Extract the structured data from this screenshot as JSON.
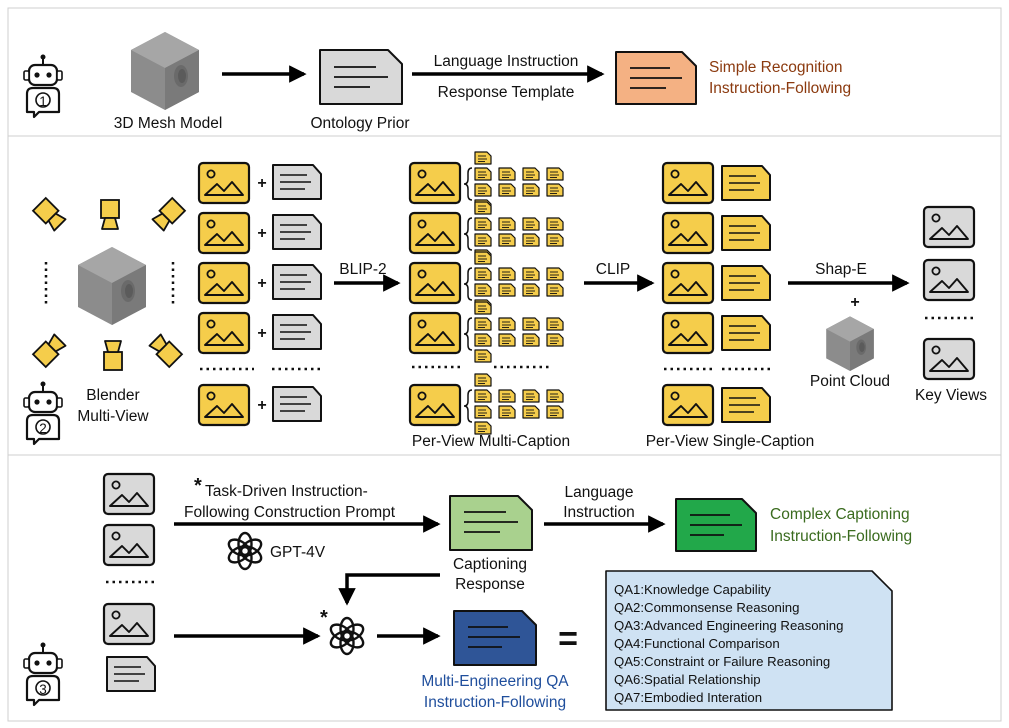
{
  "stage1": {
    "mesh_label": "3D Mesh Model",
    "prior_label": "Ontology Prior",
    "arrow_top": "Language Instruction",
    "arrow_bottom": "Response Template",
    "output_line1": "Simple Recognition",
    "output_line2": "Instruction-Following",
    "output_color": "#8b3a0f",
    "robot_number": "1"
  },
  "stage2": {
    "blender_line1": "Blender",
    "blender_line2": "Multi-View",
    "blip": "BLIP-2",
    "clip": "CLIP",
    "shape": "Shap-E",
    "plus": "+",
    "multi_caption": "Per-View Multi-Caption",
    "single_caption": "Per-View Single-Caption",
    "point_cloud": "Point Cloud",
    "key_views": "Key Views",
    "robot_number": "2"
  },
  "stage3": {
    "prompt_star": "*",
    "prompt_line1": "Task-Driven Instruction-",
    "prompt_line2": "Following Construction Prompt",
    "gpt": "GPT-4V",
    "captioning_line1": "Captioning",
    "captioning_line2": "Response",
    "lang_line1": "Language",
    "lang_line2": "Instruction",
    "complex_line1": "Complex Captioning",
    "complex_line2": "Instruction-Following",
    "complex_color": "#3a6b1e",
    "qa_line1": "Multi-Engineering QA",
    "qa_line2": "Instruction-Following",
    "qa_color": "#1f4e9c",
    "equals": "=",
    "robot_number": "3",
    "qa_items": [
      "QA1:Knowledge Capability",
      "QA2:Commonsense Reasoning",
      "QA3:Advanced Engineering Reasoning",
      "QA4:Functional Comparison",
      "QA5:Constraint or Failure Reasoning",
      "QA6:Spatial Relationship",
      "QA7:Embodied Interation"
    ]
  },
  "colors": {
    "image_yellow": "#f5cd4b",
    "doc_gray": "#d9d9d9",
    "doc_salmon": "#f4b183",
    "doc_green_light": "#a9d18e",
    "doc_green": "#22a84a",
    "doc_blue": "#2f5597",
    "qa_panel": "#cfe2f3",
    "mesh_gray": "#8c8c8c"
  }
}
